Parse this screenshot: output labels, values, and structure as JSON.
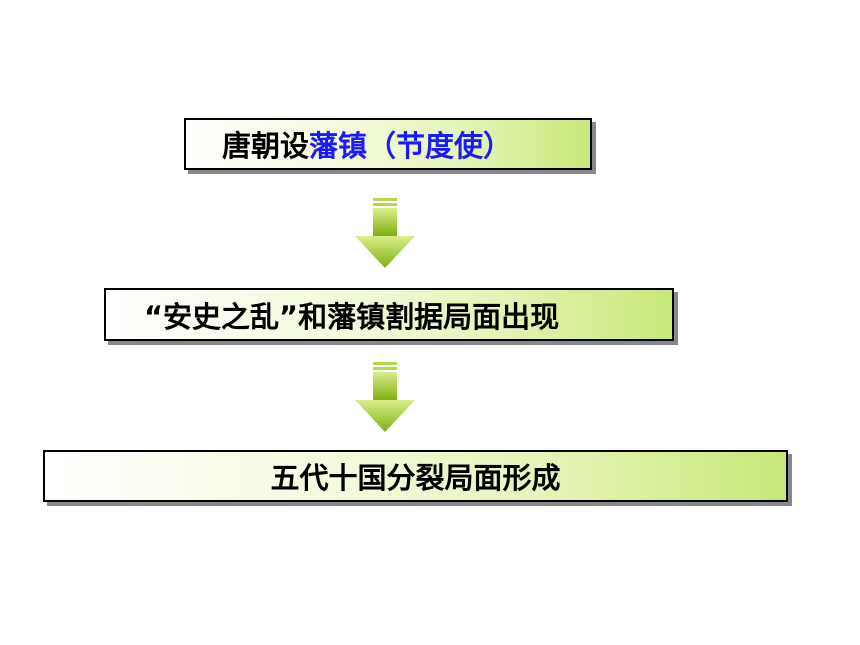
{
  "flowchart": {
    "step1": {
      "prefix": "唐朝设",
      "highlight": "藩镇（节度使）",
      "highlight_color": "#1a1aff"
    },
    "step2": {
      "label": "“安史之乱”和藩镇割据局面出现"
    },
    "step3": {
      "label": "五代十国分裂局面形成"
    },
    "arrow_color": "#8fbf1a",
    "box_gradient_end": "#c8e878"
  }
}
